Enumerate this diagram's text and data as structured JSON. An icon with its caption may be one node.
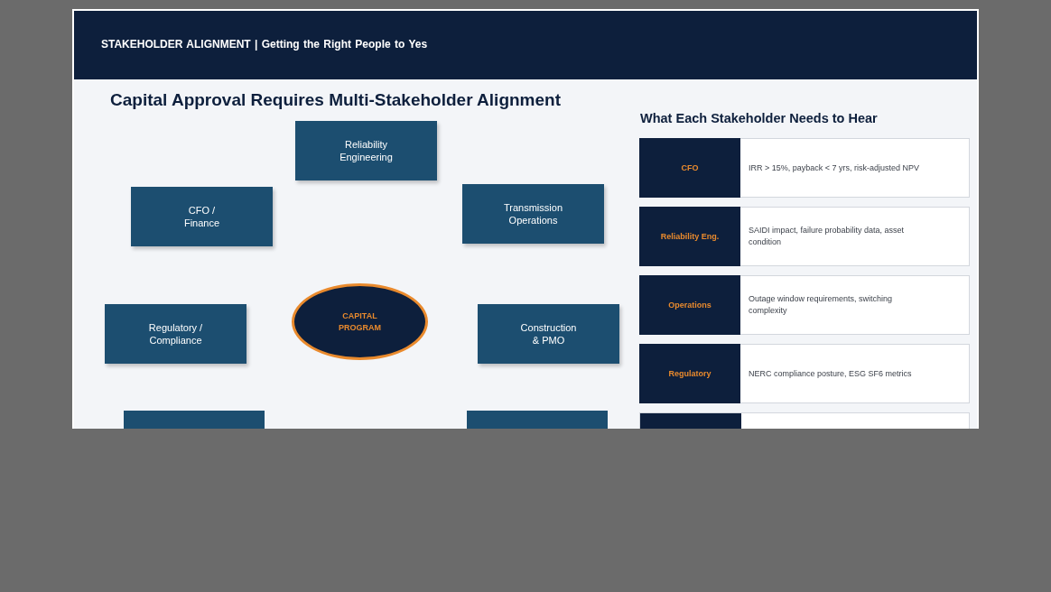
{
  "diagram": {
    "title": "Capital Approval Requires Multi-Stakeholder Alignment",
    "nodes": [
      {
        "text": [
          "Reliability Engineering"
        ]
      },
      {
        "text": [
          "CFO / Finance"
        ]
      },
      {
        "text": [
          "Transmission Operations"
        ]
      },
      {
        "text": [
          "Regulatory / Compliance"
        ]
      },
      {
        "text": [
          "CAPITAL PROGRAM"
        ]
      },
      {
        "text": [
          "Construction & PMO"
        ]
      },
      {
        "text": [],
        "shape": "box"
      },
      {
        "text": [],
        "shape": "box"
      }
    ],
    "labels": [
      "STAKEHOLDER ALIGNMENT | Getting the Right People to Yes",
      "What Each Stakeholder Needs to Hear",
      "CFO",
      "IRR > 15%, payback < 7 yrs, risk-adjusted NPV",
      "Reliability Eng.",
      "SAIDI impact, failure probability data, asset condition",
      "Operations",
      "Outage window requirements, switching complexity",
      "Regulatory",
      "NERC compliance posture, ESG SF6 metrics"
    ]
  }
}
